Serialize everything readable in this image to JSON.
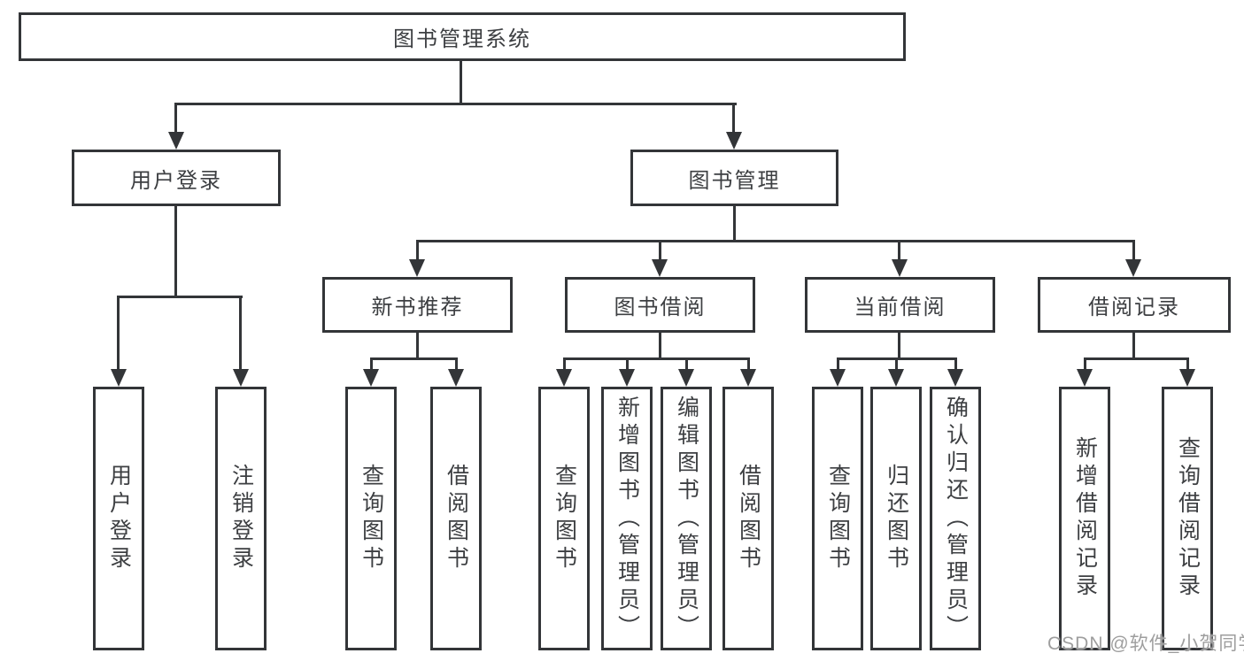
{
  "tree": {
    "root": {
      "label": "图书管理系统"
    },
    "children": [
      {
        "label": "用户登录",
        "children": [
          {
            "label": "用户登录"
          },
          {
            "label": "注销登录"
          }
        ]
      },
      {
        "label": "图书管理",
        "children": [
          {
            "label": "新书推荐",
            "children": [
              {
                "label": "查询图书"
              },
              {
                "label": "借阅图书"
              }
            ]
          },
          {
            "label": "图书借阅",
            "children": [
              {
                "label": "查询图书"
              },
              {
                "label": "新增图书（管理员）"
              },
              {
                "label": "编辑图书（管理员）"
              },
              {
                "label": "借阅图书"
              }
            ]
          },
          {
            "label": "当前借阅",
            "children": [
              {
                "label": "查询图书"
              },
              {
                "label": "归还图书"
              },
              {
                "label": "确认归还（管理员）"
              }
            ]
          },
          {
            "label": "借阅记录",
            "children": [
              {
                "label": "新增借阅记录"
              },
              {
                "label": "查询借阅记录"
              }
            ]
          }
        ]
      }
    ]
  },
  "watermark": {
    "text": "CSDN @软件_小贺同学"
  },
  "colors": {
    "line": "#333538",
    "text": "#3d3f42",
    "background": "#ffffff",
    "watermark": "#9e9e9e"
  }
}
